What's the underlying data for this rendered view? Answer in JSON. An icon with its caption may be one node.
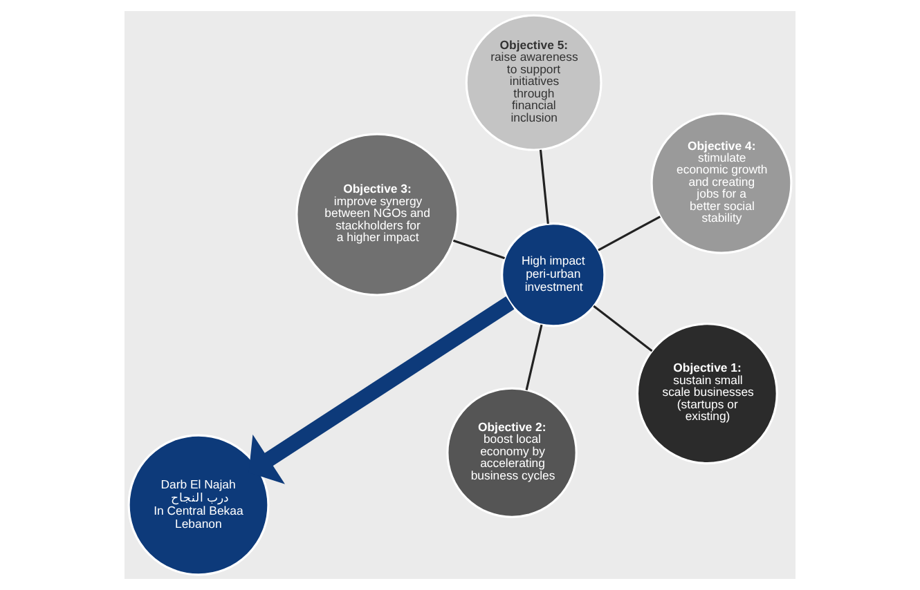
{
  "diagram": {
    "nodes": [
      {
        "text": [
          "High impact peri-urban investment"
        ]
      },
      {
        "text": [
          "Objective 1:",
          "sustain small scale businesses (startups or existing)"
        ]
      },
      {
        "text": [
          "Objective 2:",
          "boost local economy by accelerating business cycles"
        ]
      },
      {
        "text": [
          "Objective 3:",
          "improve synergy between NGOs and stackholders for a higher impact"
        ]
      },
      {
        "text": [
          "Objective 4:",
          "stimulate economic growth and creating jobs for a better social stability"
        ]
      },
      {
        "text": [
          "Objective 5:",
          "raise awareness to support initiatives through financial inclusion"
        ]
      },
      {
        "text": [
          "Darb El Najah",
          "درب النجاح",
          "In Central Bekaa Lebanon"
        ]
      }
    ],
    "edges": [
      {
        "from": 0,
        "to": 1,
        "arrow": "none"
      },
      {
        "from": 0,
        "to": 2,
        "arrow": "none"
      },
      {
        "from": 0,
        "to": 3,
        "arrow": "none"
      },
      {
        "from": 0,
        "to": 4,
        "arrow": "none"
      },
      {
        "from": 0,
        "to": 5,
        "arrow": "none"
      },
      {
        "from": 0,
        "to": 6,
        "arrow": "to",
        "style": "thick",
        "color": "#0d3a7a"
      }
    ]
  }
}
